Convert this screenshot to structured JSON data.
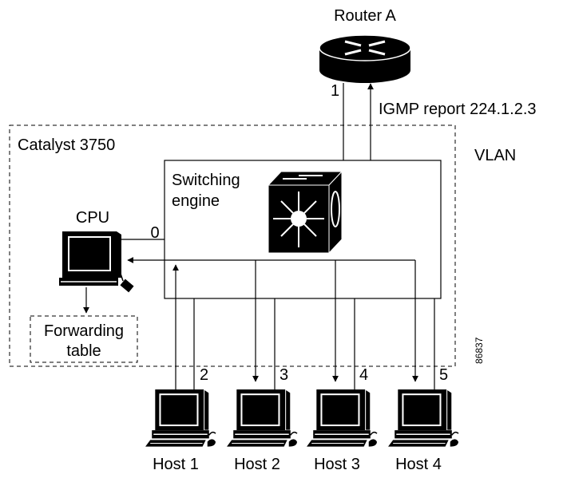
{
  "diagram": {
    "router_label": "Router A",
    "router_port": "1",
    "igmp_report": "IGMP report 224.1.2.3",
    "catalyst_label": "Catalyst 3750",
    "vlan_label": "VLAN",
    "engine_label_line1": "Switching",
    "engine_label_line2": "engine",
    "cpu_label": "CPU",
    "cpu_port": "0",
    "forwarding_line1": "Forwarding",
    "forwarding_line2": "table",
    "figure_id": "86837",
    "hosts": [
      {
        "label": "Host 1",
        "port": "2"
      },
      {
        "label": "Host 2",
        "port": "3"
      },
      {
        "label": "Host 3",
        "port": "4"
      },
      {
        "label": "Host 4",
        "port": "5"
      }
    ]
  }
}
